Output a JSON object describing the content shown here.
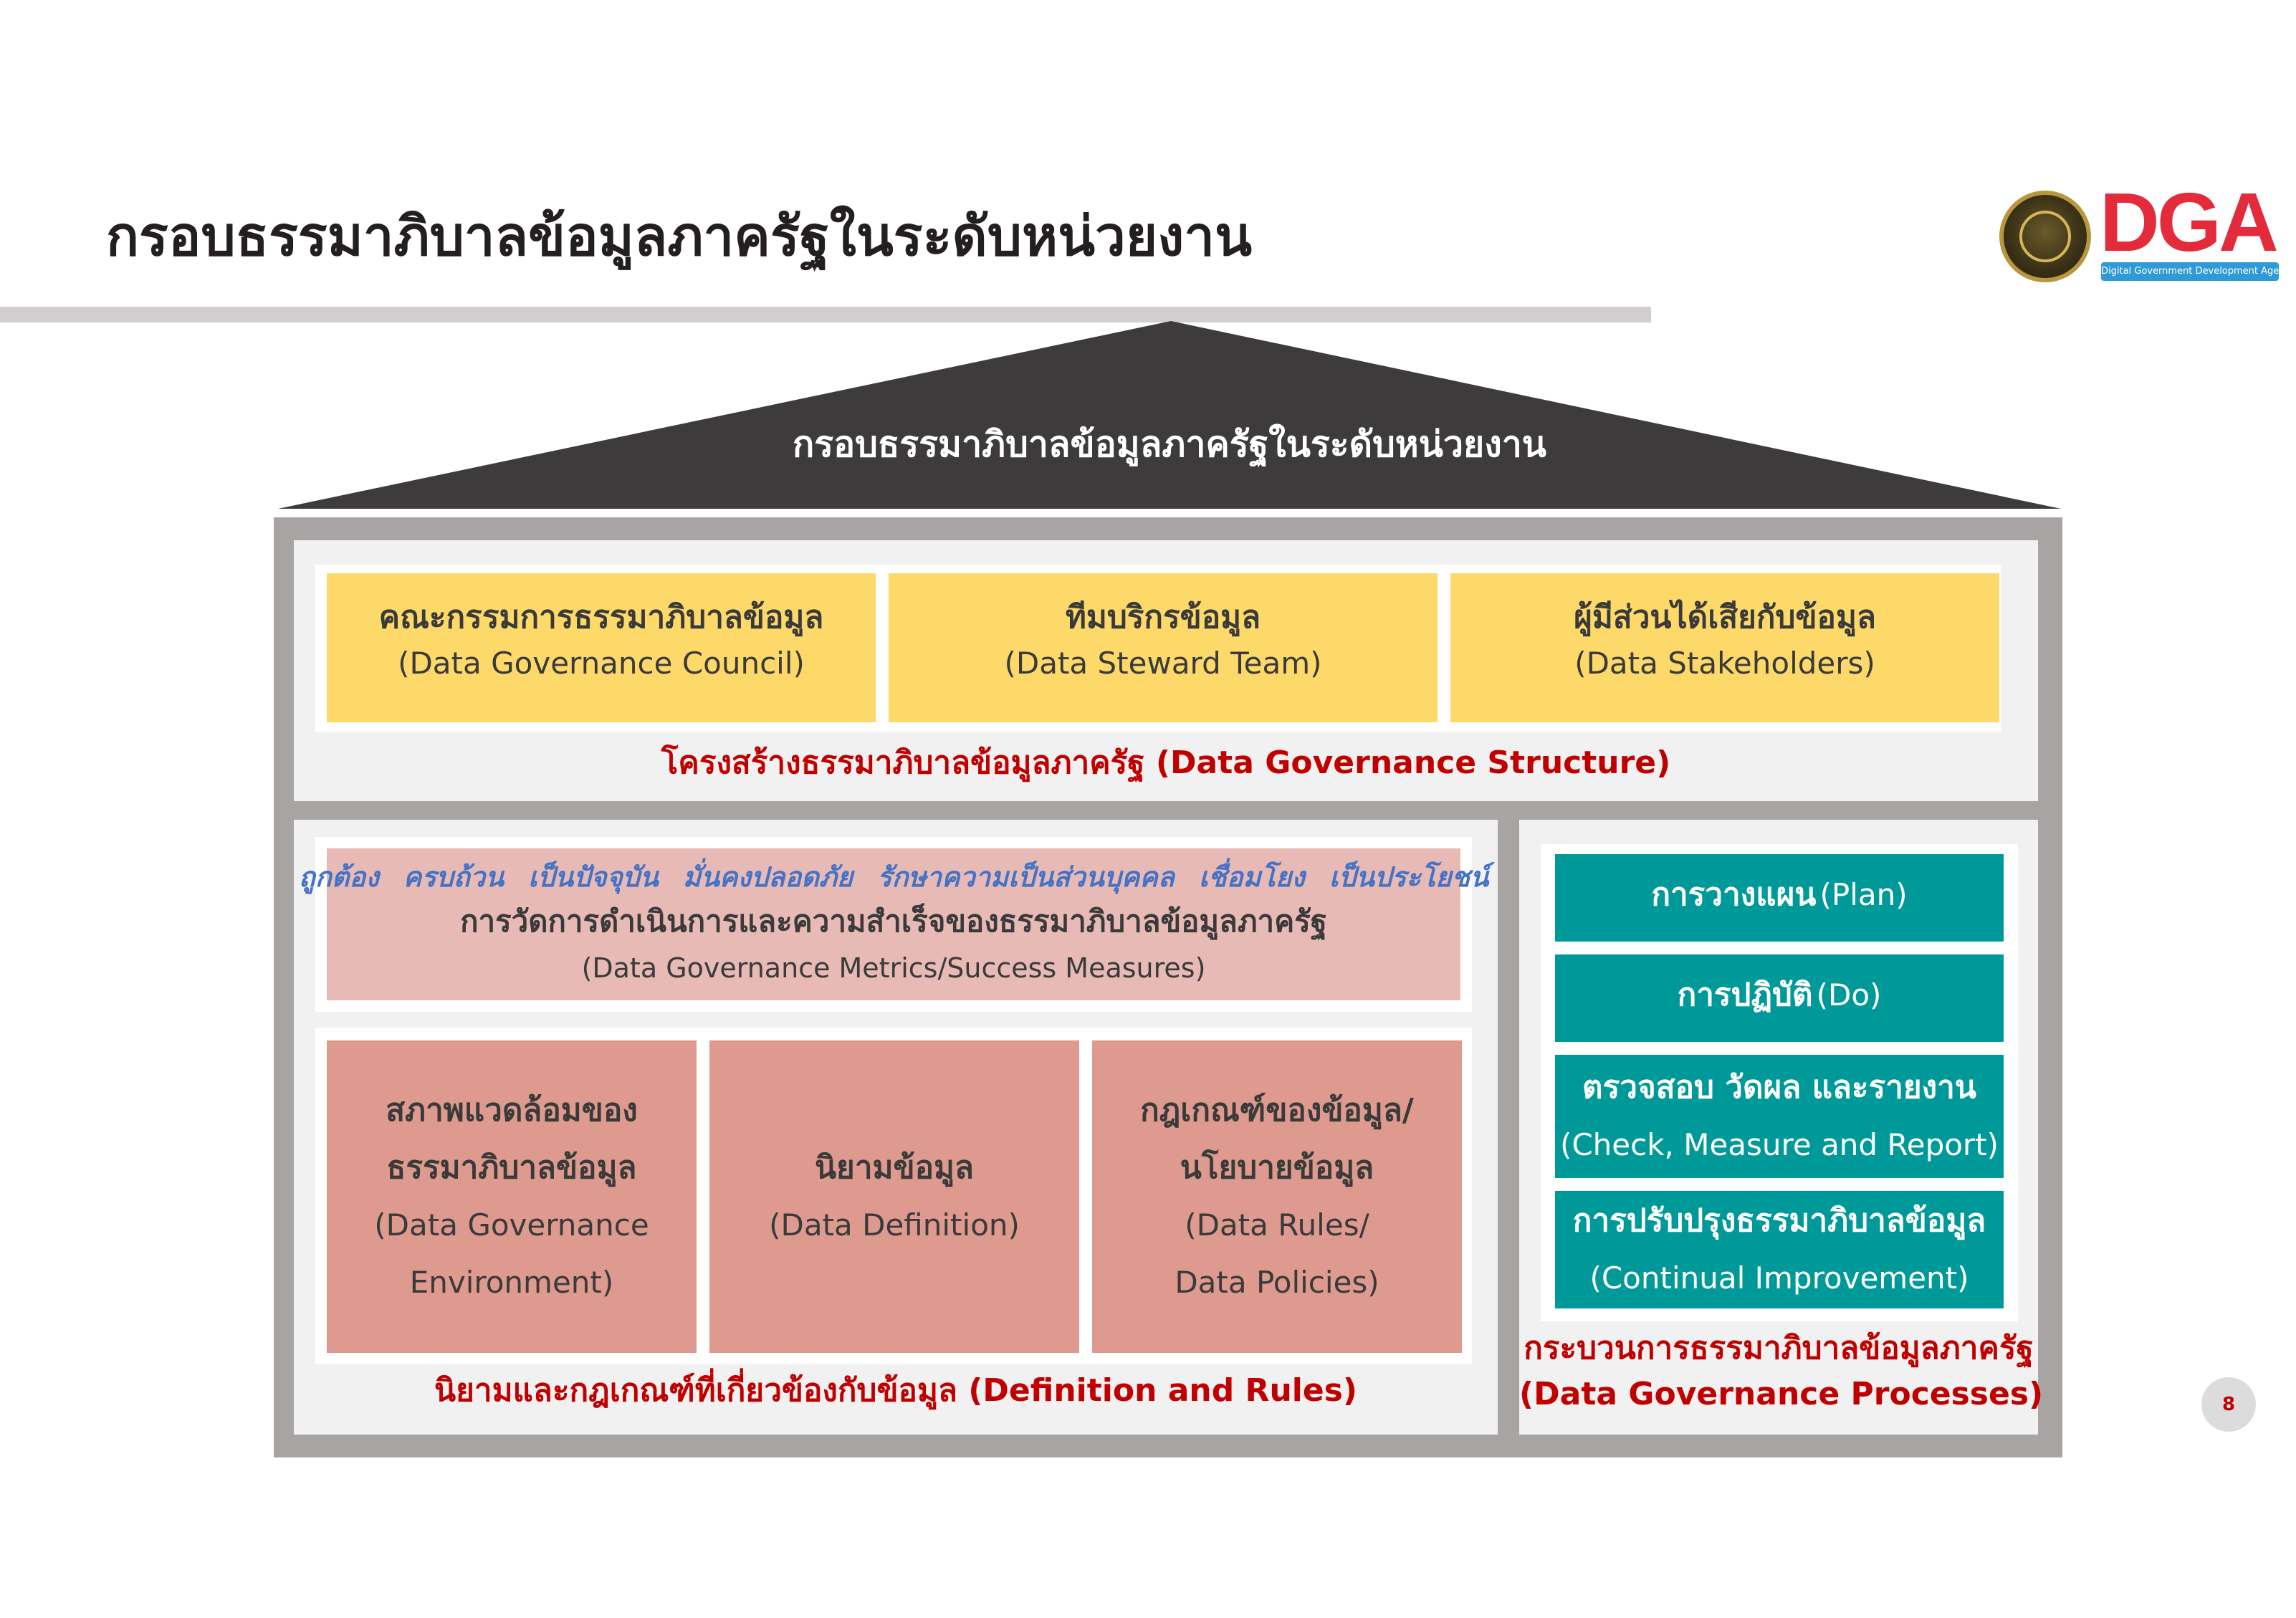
{
  "header": {
    "title": "กรอบธรรมาภิบาลข้อมูลภาครัฐในระดับหน่วยงาน",
    "logo_text": "DGA",
    "logo_subtitle": "Digital Government Development Agency"
  },
  "roof": {
    "label": "กรอบธรรมาภิบาลข้อมูลภาครัฐในระดับหน่วยงาน"
  },
  "structure": {
    "boxes": [
      {
        "th": "คณะกรรมการธรรมาภิบาลข้อมูล",
        "en": "(Data Governance Council)"
      },
      {
        "th": "ทีมบริกรข้อมูล",
        "en": "(Data Steward Team)"
      },
      {
        "th": "ผู้มีส่วนได้เสียกับข้อมูล",
        "en": "(Data Stakeholders)"
      }
    ],
    "caption": "โครงสร้างธรรมาภิบาลข้อมูลภาครัฐ (Data Governance Structure)"
  },
  "metrics": {
    "qualities": [
      "ถูกต้อง",
      "ครบถ้วน",
      "เป็นปัจจุบัน",
      "มั่นคงปลอดภัย",
      "รักษาความเป็นส่วนบุคคล",
      "เชื่อมโยง",
      "เป็นประโยชน์"
    ],
    "th": "การวัดการดำเนินการและความสำเร็จของธรรมาภิบาลข้อมูลภาครัฐ",
    "en": "(Data Governance Metrics/Success Measures)"
  },
  "rules": {
    "boxes": [
      {
        "th1": "สภาพแวดล้อมของ",
        "th2": "ธรรมาภิบาลข้อมูล",
        "en1": "(Data Governance",
        "en2": "Environment)"
      },
      {
        "th1": "นิยามข้อมูล",
        "en1": "(Data Definition)"
      },
      {
        "th1": "กฎเกณฑ์ของข้อมูล/",
        "th2": "นโยบายข้อมูล",
        "en1": "(Data Rules/",
        "en2": "Data Policies)"
      }
    ],
    "caption": "นิยามและกฎเกณฑ์ที่เกี่ยวข้องกับข้อมูล (Definition and Rules)"
  },
  "processes": {
    "steps": [
      {
        "th": "การวางแผน",
        "en": "(Plan)"
      },
      {
        "th": "การปฏิบัติ",
        "en": "(Do)"
      },
      {
        "th": "ตรวจสอบ วัดผล และรายงาน",
        "en": "(Check, Measure and Report)"
      },
      {
        "th": "การปรับปรุงธรรมาภิบาลข้อมูล",
        "en": "(Continual Improvement)"
      }
    ],
    "caption_line1": "กระบวนการธรรมาภิบาลข้อมูลภาครัฐ",
    "caption_line2": "(Data Governance Processes)"
  },
  "page_number": "8",
  "colors": {
    "roof": "#3d3b3c",
    "frame": "#a8a4a4",
    "panel": "#f2f1f1",
    "structure_box": "#fdd96a",
    "metrics_box": "#e8bab6",
    "rules_box": "#de9a8e",
    "process_box": "#00999a",
    "caption_red": "#c00000",
    "quality_blue": "#4472c4",
    "logo_red": "#e32b3b"
  }
}
